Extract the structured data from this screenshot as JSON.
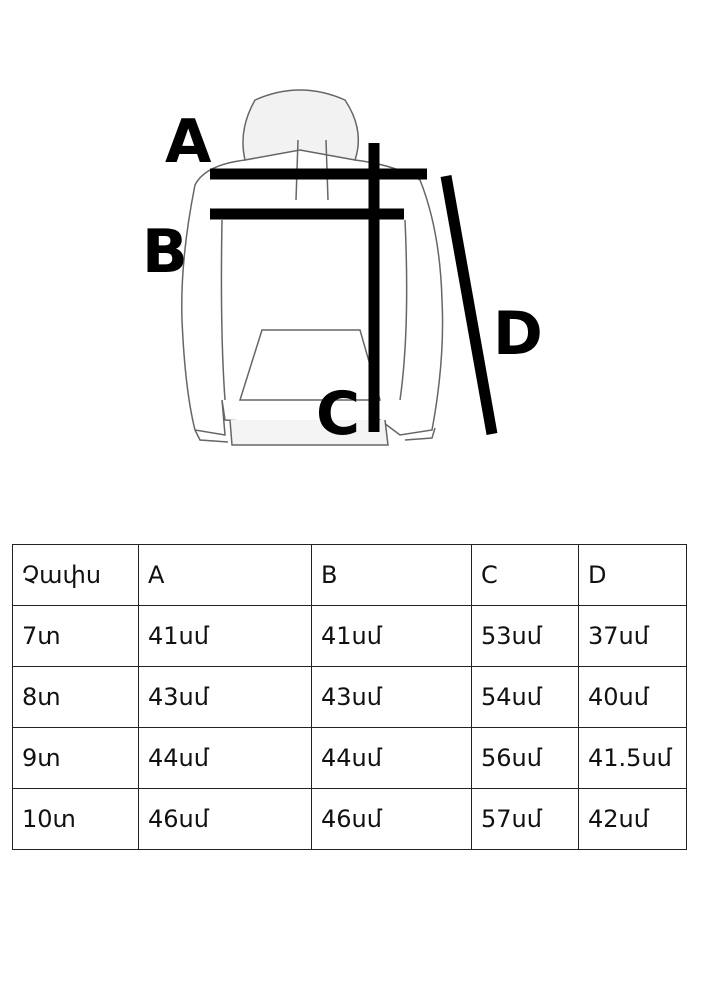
{
  "diagram": {
    "labels": [
      "A",
      "B",
      "C",
      "D"
    ]
  },
  "table": {
    "header": [
      "Չափս",
      "A",
      "B",
      "C",
      "D"
    ],
    "rows": [
      [
        "7տ",
        "41սմ",
        "41սմ",
        "53սմ",
        "37սմ"
      ],
      [
        "8տ",
        "43սմ",
        "43սմ",
        "54սմ",
        "40սմ"
      ],
      [
        "9տ",
        "44սմ",
        "44սմ",
        "56սմ",
        "41.5սմ"
      ],
      [
        "10տ",
        "46սմ",
        "46սմ",
        "57սմ",
        "42սմ"
      ]
    ]
  }
}
